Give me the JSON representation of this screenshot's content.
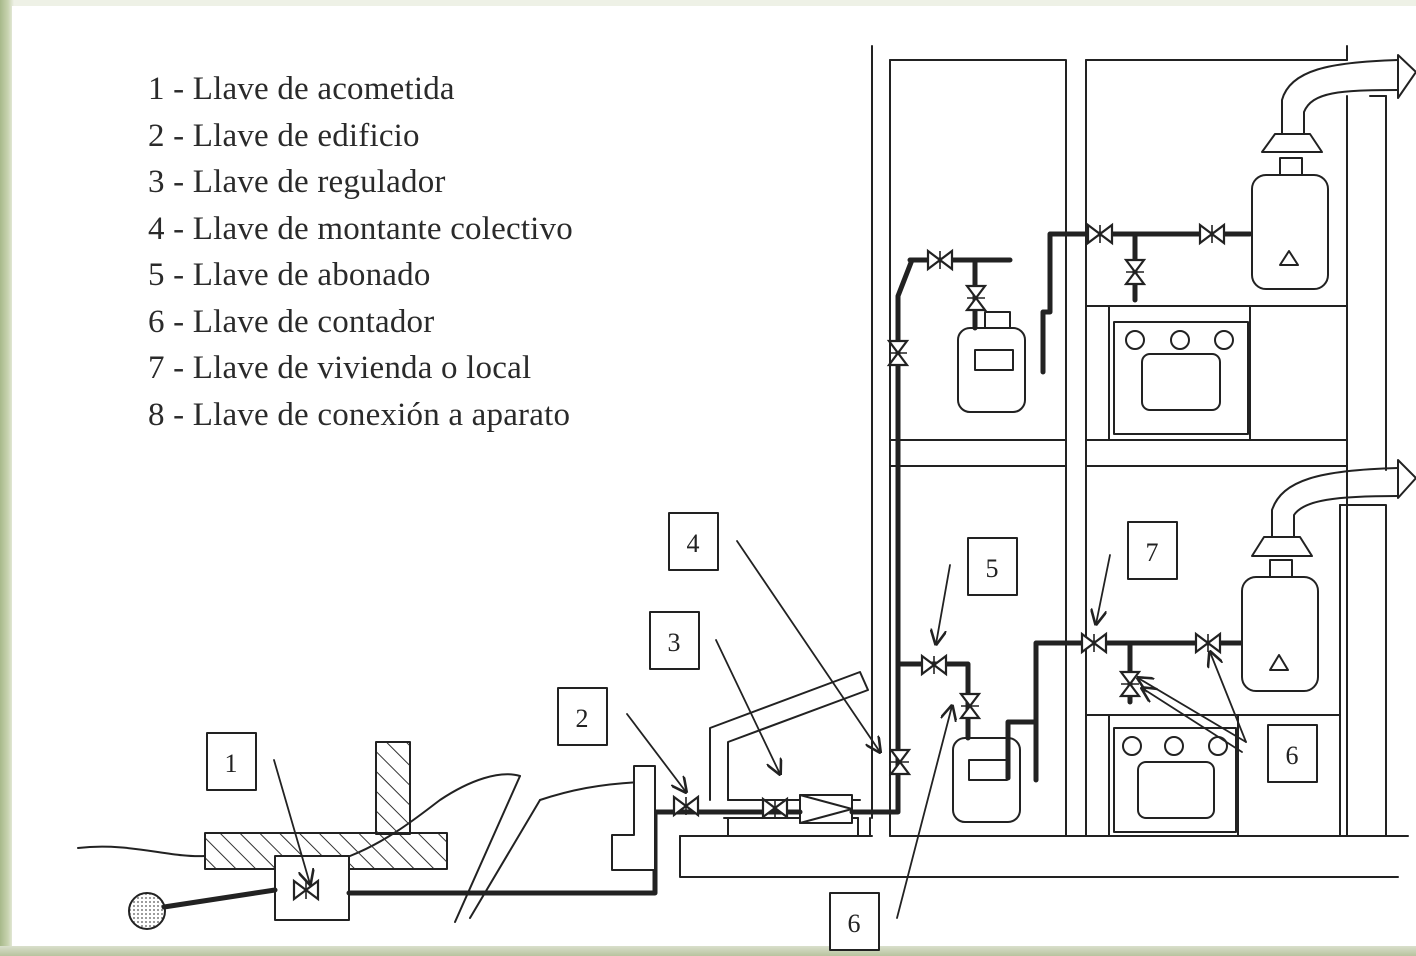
{
  "legend": [
    "1 - Llave de acometida",
    "2 - Llave de edificio",
    "3 - Llave de regulador",
    "4 - Llave de montante colectivo",
    "5 - Llave de abonado",
    "6 - Llave de contador",
    "7 - Llave de vivienda o local",
    "8 - Llave de conexión a aparato"
  ],
  "callouts": {
    "c1": "1",
    "c2": "2",
    "c3": "3",
    "c4": "4",
    "c5": "5",
    "c6_bottom": "6",
    "c6_right": "6",
    "c7": "7"
  },
  "colors": {
    "ink": "#222222",
    "paper": "#ffffff",
    "frame": "#b9c79a"
  }
}
